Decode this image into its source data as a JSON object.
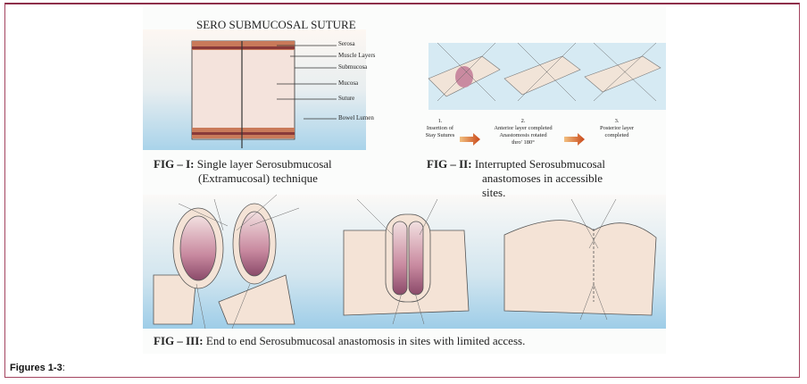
{
  "figure": {
    "fig1": {
      "title": "SERO SUBMUCOSAL SUTURE",
      "labels": [
        "Serosa",
        "Muscle Layers",
        "Submucosa",
        "Mucosa",
        "Suture",
        "Bowel Lumen"
      ],
      "caption_prefix": "FIG – I:",
      "caption_line1": "Single layer Serosubmucosal",
      "caption_line2": "(Extramucosal) technique"
    },
    "fig2": {
      "steps": [
        {
          "num": "1.",
          "line1": "Insertion of",
          "line2": "Stay Sutures",
          "line3": ""
        },
        {
          "num": "2.",
          "line1": "Anterior layer completed",
          "line2": "Anastomosis rotated",
          "line3": "thro' 180°"
        },
        {
          "num": "3.",
          "line1": "Posterior layer",
          "line2": "completed",
          "line3": ""
        }
      ],
      "caption_prefix": "FIG – II:",
      "caption_line1": "Interrupted Serosubmucosal",
      "caption_line2": "anastomoses in accessible",
      "caption_line3": "sites."
    },
    "fig3": {
      "caption_prefix": "FIG – III:",
      "caption_text": "End to end Serosubmucosal anastomosis in sites with limited access."
    }
  },
  "caption": {
    "label": "Figures 1-3",
    "suffix": ":"
  }
}
